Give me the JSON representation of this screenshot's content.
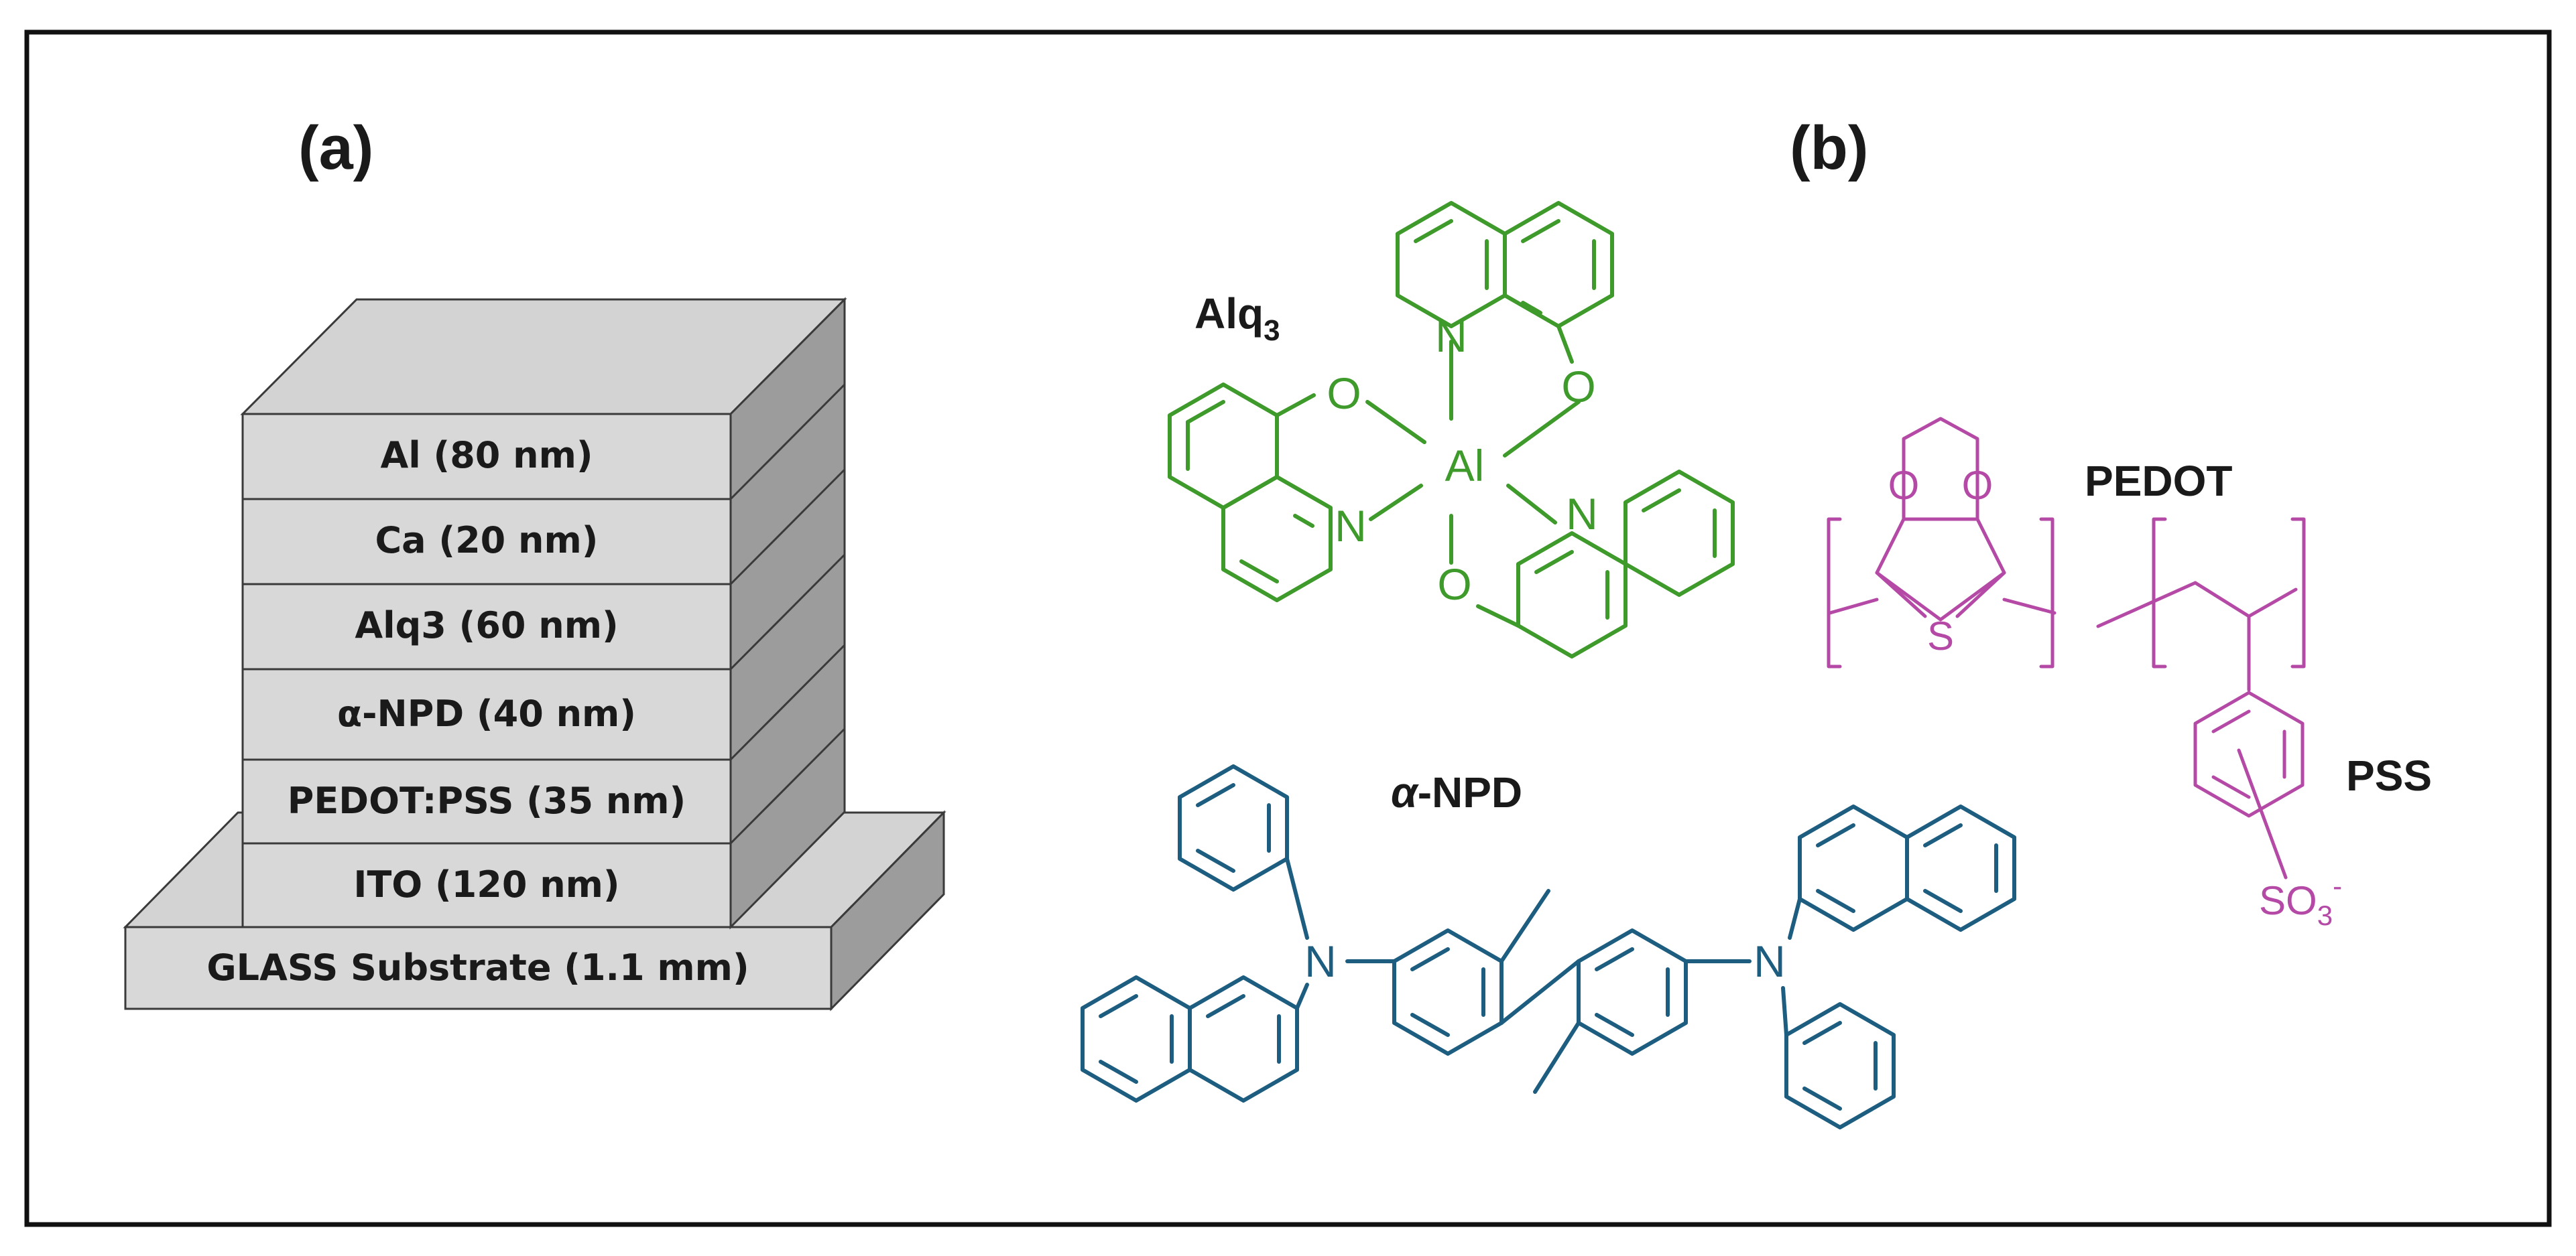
{
  "panel_a": {
    "label": "(a)",
    "layers": [
      "Al (80 nm)",
      "Ca (20 nm)",
      "Alq3 (60 nm)",
      "α-NPD (40 nm)",
      "PEDOT:PSS (35 nm)",
      "ITO (120 nm)"
    ],
    "substrate": "GLASS Substrate (1.1 mm)"
  },
  "panel_b": {
    "label": "(b)",
    "alq3": {
      "name_main": "Alq",
      "name_sub": "3",
      "color": "#3e9a2a",
      "center_atom": "Al",
      "oxygen": "O",
      "nitrogen": "N"
    },
    "npd": {
      "name_alpha": "α",
      "name_rest": "-NPD",
      "color": "#1d5d80",
      "nitrogen": "N"
    },
    "pedot": {
      "name": "PEDOT",
      "color": "#b54aa6",
      "oxygen": "O",
      "sulfur": "S"
    },
    "pss": {
      "name": "PSS",
      "group_main": "SO",
      "group_sub": "3",
      "group_charge": "-"
    }
  }
}
